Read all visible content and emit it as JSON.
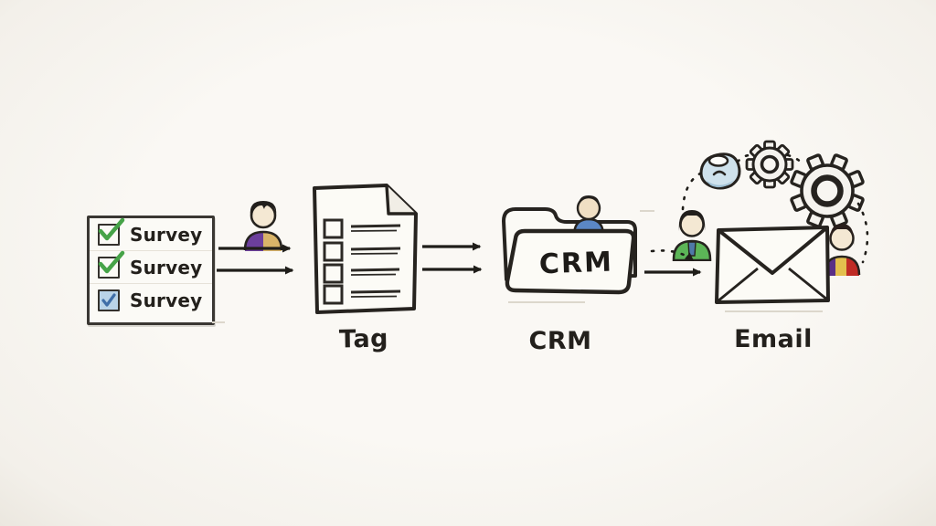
{
  "canvas": {
    "paper_color": "#f8f6f1"
  },
  "colors": {
    "ink": "#26231f",
    "shape_fill": "#fcfbf6",
    "green_check": "#46a348",
    "blue_checkbox_fill": "#b9d3e8",
    "blue_check": "#3f6ea8",
    "purple_shirt": "#6c3f9c",
    "tan_shirt": "#d9b469",
    "blue_shirt": "#5b87c5",
    "green_shirt": "#5cb557",
    "tie_blue": "#4f79a8",
    "dark_purple_shirt": "#5a2f86",
    "yellow_shirt": "#e3bf4e",
    "red_shirt": "#bf2b25",
    "blob_blue": "#cfe2ec",
    "face": "#f4e8d3",
    "hair": "#221f1c"
  },
  "survey_list": {
    "items": [
      {
        "label": "Survey",
        "check_style": "green-check"
      },
      {
        "label": "Survey",
        "check_style": "green-check"
      },
      {
        "label": "Survey",
        "check_style": "blue-filled-check"
      }
    ]
  },
  "folder": {
    "text": "CRM"
  },
  "labels": {
    "tag": "Tag",
    "crm": "CRM",
    "email": "Email"
  },
  "icons": [
    {
      "name": "person-icon",
      "shape": "bust silhouette, purple/tan shirt"
    },
    {
      "name": "checklist-page-icon",
      "shape": "page with folded corner and 4 checkbox lines"
    },
    {
      "name": "folder-icon",
      "shape": "folder with tab, person peeking behind"
    },
    {
      "name": "envelope-icon",
      "shape": "closed envelope"
    },
    {
      "name": "gear-icon",
      "shape": "cog wheel x2"
    },
    {
      "name": "blob-icon",
      "shape": "small light-blue thought blob"
    }
  ]
}
